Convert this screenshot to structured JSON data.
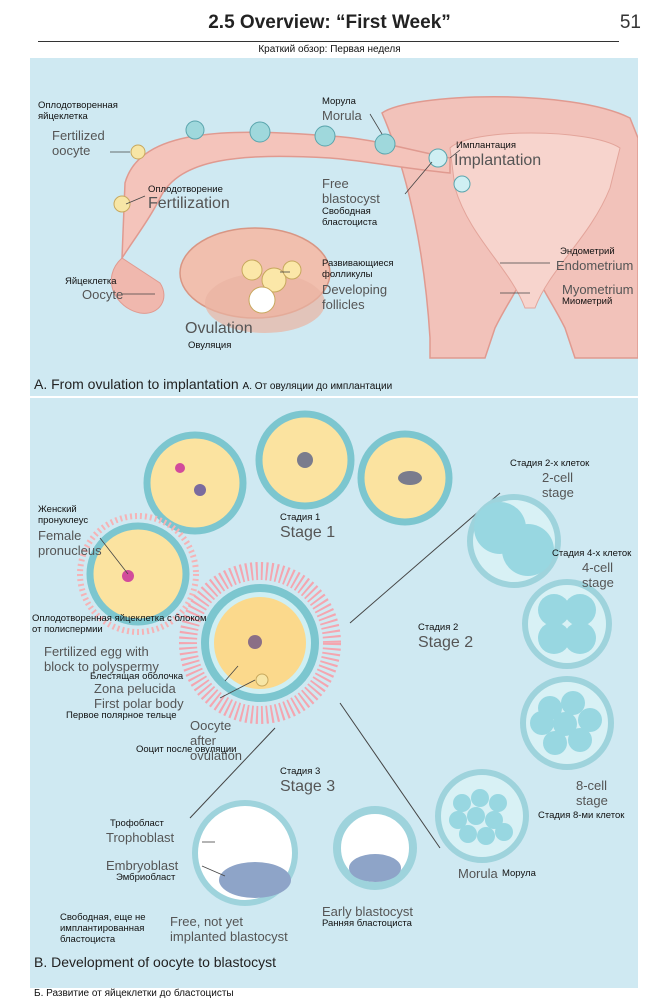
{
  "header": {
    "title": "2.5 Overview: “First Week”",
    "page_number": "51",
    "subtitle_ru": "Краткий обзор: Первая неделя"
  },
  "section_a": {
    "labels": {
      "fertilized_ru": "Оплодотворенная яйцеклетка",
      "fertilized_en": "Fertilized oocyte",
      "morula_ru": "Морула",
      "morula_en": "Morula",
      "implantation_ru": "Имплантация",
      "implantation_en": "Implantation",
      "fertilization_ru": "Оплодотворение",
      "fertilization_en": "Fertilization",
      "free_blastocyst_en": "Free blastocyst",
      "free_blastocyst_ru": "Свободная бластоциста",
      "developing_follicles_ru": "Развивающиеся фолликулы",
      "developing_follicles_en": "Developing follicles",
      "oocyte_ru": "Яйцеклетка",
      "oocyte_en": "Oocyte",
      "endometrium_ru": "Эндометрий",
      "endometrium_en": "Endometrium",
      "myometrium_en": "Myometrium",
      "myometrium_ru": "Миометрий",
      "ovulation_en": "Ovulation",
      "ovulation_ru": "Овуляция"
    },
    "caption_en": "A. From ovulation to implantation",
    "caption_ru": "А. От овуляции до имплантации"
  },
  "section_b": {
    "labels": {
      "stage1_ru": "Стадия 1",
      "stage1_en": "Stage 1",
      "female_pronucleus_ru": "Женский пронуклеус",
      "female_pronucleus_en": "Female pronucleus",
      "fertilized_block_ru": "Оплодотворенная яйцеклетка с блоком от полиспермии",
      "fertilized_block_en": "Fertilized egg with block to polyspermy",
      "zona_ru": "Блестящая оболочка",
      "zona_en": "Zona pelucida",
      "polar_en": "First polar body",
      "polar_ru": "Первое полярное тельце",
      "oocyte_after_en": "Oocyte after ovulation",
      "oocyte_after_ru": "Ооцит после овуляции",
      "two_cell_ru": "Стадия 2-х клеток",
      "two_cell_en": "2-cell stage",
      "four_cell_ru": "Стадия 4-х клеток",
      "four_cell_en": "4-cell stage",
      "stage2_ru": "Стадия 2",
      "stage2_en": "Stage 2",
      "eight_cell_en": "8-cell stage",
      "eight_cell_ru": "Стадия 8-ми клеток",
      "stage3_ru": "Стадия 3",
      "stage3_en": "Stage 3",
      "trophoblast_ru": "Трофобласт",
      "trophoblast_en": "Trophoblast",
      "embryoblast_en": "Embryoblast",
      "embryoblast_ru": "Эмбриобласт",
      "free_not_impl_ru": "Свободная, еще не имплантированная бластоциста",
      "free_not_impl_en": "Free, not yet implanted blastocyst",
      "early_blast_en": "Early blastocyst",
      "early_blast_ru": "Ранняя бластоциста",
      "morula_en": "Morula",
      "morula_ru": "Морула"
    },
    "caption_en": "B. Development of oocyte to blastocyst",
    "caption_ru": "Б. Развитие от яйцеклетки до бластоцисты"
  }
}
